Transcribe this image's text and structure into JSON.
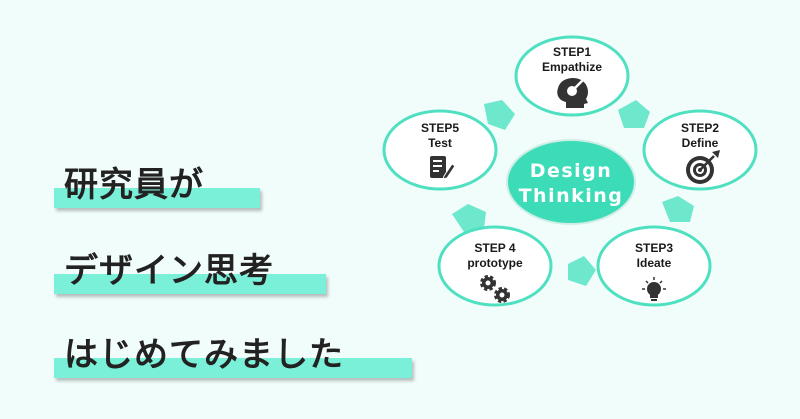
{
  "headline": {
    "line1": "研究員が",
    "line2": "デザイン思考",
    "line3": "はじめてみました"
  },
  "colors": {
    "background": "#f1fdfb",
    "accent": "#4ee0c0",
    "highlight": "#7af0d8",
    "center_fill": "#3ddcb8",
    "icon": "#333333"
  },
  "diagram": {
    "center": {
      "line1": "Design",
      "line2": "Thinking"
    },
    "steps": [
      {
        "step": "STEP1",
        "name": "Empathize",
        "icon": "head-bulb-icon"
      },
      {
        "step": "STEP2",
        "name": "Define",
        "icon": "target-icon"
      },
      {
        "step": "STEP3",
        "name": "Ideate",
        "icon": "lightbulb-icon"
      },
      {
        "step": "STEP 4",
        "name": "prototype",
        "icon": "gears-icon"
      },
      {
        "step": "STEP5",
        "name": "Test",
        "icon": "checklist-icon"
      }
    ]
  }
}
